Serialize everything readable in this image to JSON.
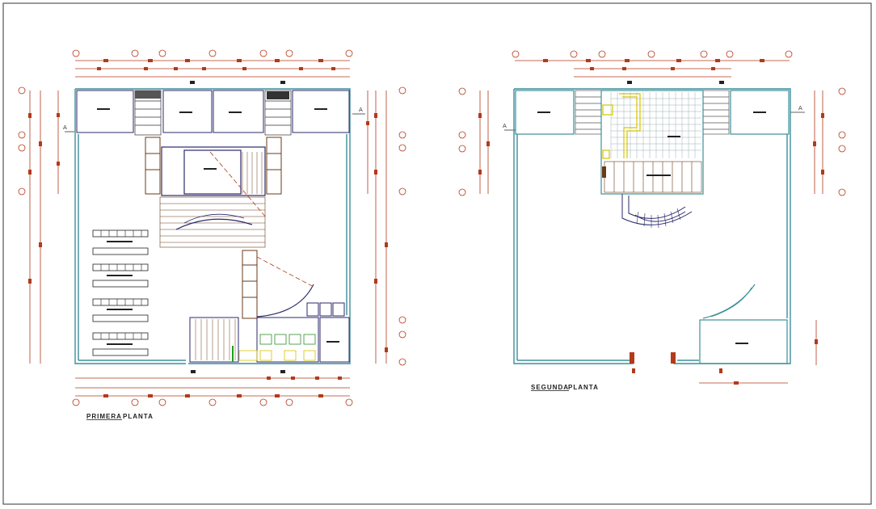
{
  "drawing": {
    "colors": {
      "background": "#ffffff",
      "frame": "#333333",
      "dimension": "#b33a1a",
      "wall": "#3c8f9a",
      "detail": "#2a2a6e",
      "stair": "#6a3a1a",
      "grid": "#9ab0b4",
      "accent": "#d4c400",
      "green": "#1aa01a"
    }
  },
  "plans": {
    "first": {
      "title_prefix": "PRIMERA",
      "title_suffix": "PLANTA"
    },
    "second": {
      "title_prefix": "SEGUNDA",
      "title_suffix": "PLANTA"
    }
  }
}
